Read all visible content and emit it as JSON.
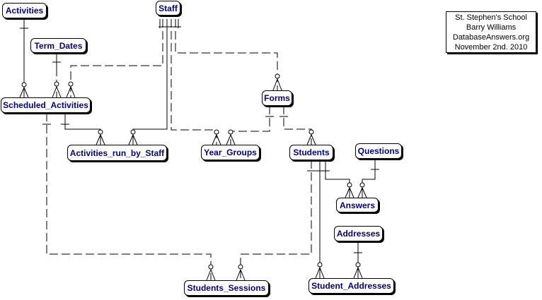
{
  "info": {
    "lines": [
      "St. Stephen's School",
      "Barry Williams",
      "DatabaseAnswers.org",
      "November 2nd. 2010"
    ]
  },
  "entities": {
    "activities": "Activities",
    "staff": "Staff",
    "term_dates": "Term_Dates",
    "scheduled_activities": "Scheduled_Activities",
    "forms": "Forms",
    "activities_run_by_staff": "Activities_run_by_Staff",
    "year_groups": "Year_Groups",
    "students": "Students",
    "questions": "Questions",
    "answers": "Answers",
    "addresses": "Addresses",
    "students_sessions": "Students_Sessions",
    "student_addresses": "Student_Addresses"
  },
  "colors": {
    "entity_text": "#000080",
    "line": "#000000"
  }
}
